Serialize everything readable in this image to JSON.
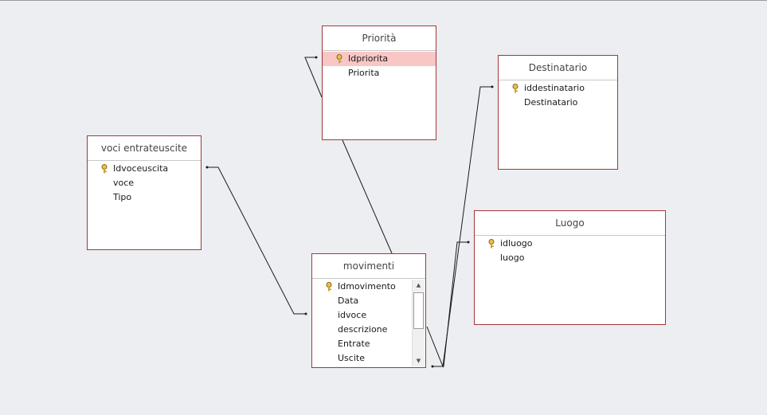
{
  "tables": {
    "priorita": {
      "title": "Priorità",
      "fields": [
        "Idpriorita",
        "Priorita"
      ]
    },
    "destinatario": {
      "title": "Destinatario",
      "fields": [
        "iddestinatario",
        "Destinatario"
      ]
    },
    "voci": {
      "title": "voci entrateuscite",
      "fields": [
        "Idvoceuscita",
        "voce",
        "Tipo"
      ]
    },
    "luogo": {
      "title": "Luogo",
      "fields": [
        "idluogo",
        "luogo"
      ]
    },
    "movimenti": {
      "title": "movimenti",
      "fields": [
        "Idmovimento",
        "Data",
        "idvoce",
        "descrizione",
        "Entrate",
        "Uscite"
      ]
    }
  },
  "colors": {
    "border": "#a4373a",
    "selected_row": "#f9c6c6",
    "canvas": "#eceef1"
  },
  "icons": {
    "primary_key": "key-icon"
  }
}
